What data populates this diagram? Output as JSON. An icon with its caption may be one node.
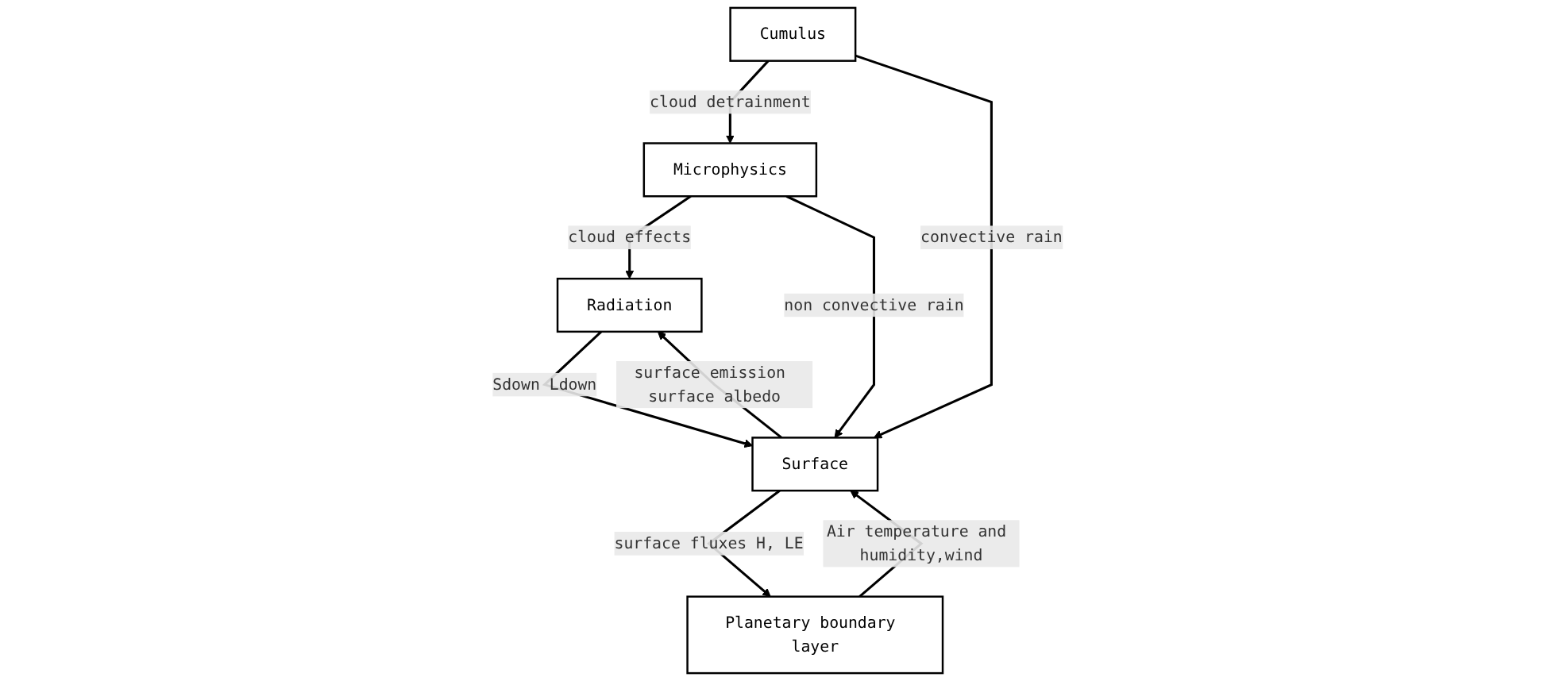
{
  "diagram": {
    "nodes": [
      {
        "text": [
          "Microphysics"
        ]
      },
      {
        "text": [
          "Cumulus"
        ]
      },
      {
        "text": [
          "Radiation"
        ]
      },
      {
        "text": [
          "Planetary boundary layer"
        ]
      },
      {
        "text": [
          "Surface"
        ]
      }
    ],
    "edges": [
      {
        "from": 1,
        "to": 0,
        "arrow": "to",
        "label": "cloud detrainment"
      },
      {
        "from": 0,
        "to": 2,
        "arrow": "to",
        "label": "cloud effects"
      },
      {
        "from": 0,
        "to": 4,
        "arrow": "to",
        "label": "non convective rain"
      },
      {
        "from": 1,
        "to": 4,
        "arrow": "to",
        "label": "convective rain"
      },
      {
        "from": 2,
        "to": 4,
        "arrow": "to",
        "label": "Sdown Ldown"
      },
      {
        "from": 4,
        "to": 2,
        "arrow": "to",
        "label": "surface emission surface albedo"
      },
      {
        "from": 4,
        "to": 3,
        "arrow": "to",
        "label": "surface fluxes H, LE"
      },
      {
        "from": 3,
        "to": 4,
        "arrow": "to",
        "label": "Air temperature and humidity,wind"
      }
    ]
  }
}
